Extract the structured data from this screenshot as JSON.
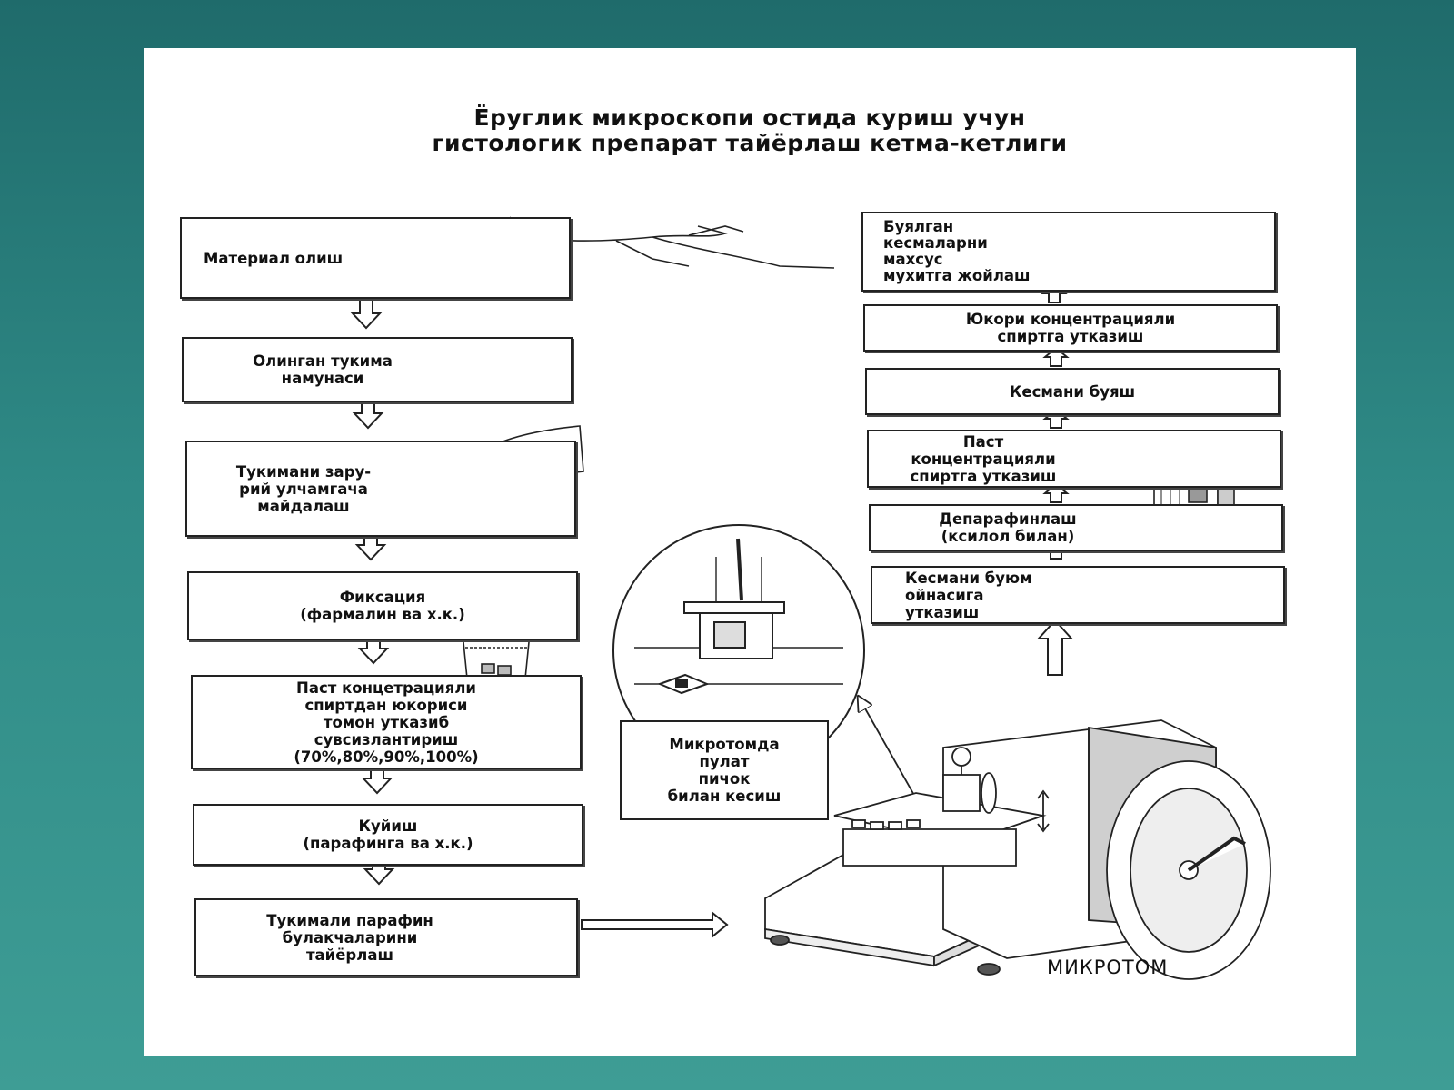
{
  "title": {
    "line1": "Ёруглик микроскопи остида куриш учун",
    "line2": "гистологик препарат тайёрлаш кетма-кетлиги"
  },
  "left_steps": [
    {
      "label": "Материал олиш"
    },
    {
      "label": "Олинган тукима\nнамунаси"
    },
    {
      "label": "Тукимани зару-\nрий улчамгача\nмайдалаш"
    },
    {
      "label": "Фиксация\n(фармалин ва х.к.)"
    },
    {
      "label": "Паст концетрацияли\nспиртдан юкориси\nтомон утказиб\nсувсизлантириш\n(70%,80%,90%,100%)"
    },
    {
      "label": "Куйиш\n(парафинга ва х.к.)"
    },
    {
      "label": "Тукимали парафин\nбулакчаларини\nтайёрлаш"
    }
  ],
  "right_steps": [
    {
      "label": "Буялган\nкесмаларни\nмахсус\nмухитга жойлаш"
    },
    {
      "label": "Юкори концентрацияли\nспиртга утказиш"
    },
    {
      "label": "Кесмани буяш"
    },
    {
      "label": "Паст\nконцентрацияли\nспиртга утказиш"
    },
    {
      "label": "Депарафинлаш\n(ксилол билан)"
    },
    {
      "label": "Кесмани буюм\nойнасига\nутказиш"
    }
  ],
  "cutting_step": {
    "label": "Микротомда\nпулат\nпичок\nбилан кесиш"
  },
  "microtome_label": "МИКРОТОМ",
  "colors": {
    "background": "#2f8a86",
    "panel": "#ffffff",
    "ink": "#111111"
  },
  "icons": [
    "rat-illustration",
    "tissue-cube-icon",
    "hand-cutting-illustration",
    "beaker-icon",
    "paraffin-block-icon",
    "microscope-slide-icon",
    "staining-jar-icon",
    "magnifier-circle-illustration",
    "microtome-illustration"
  ]
}
